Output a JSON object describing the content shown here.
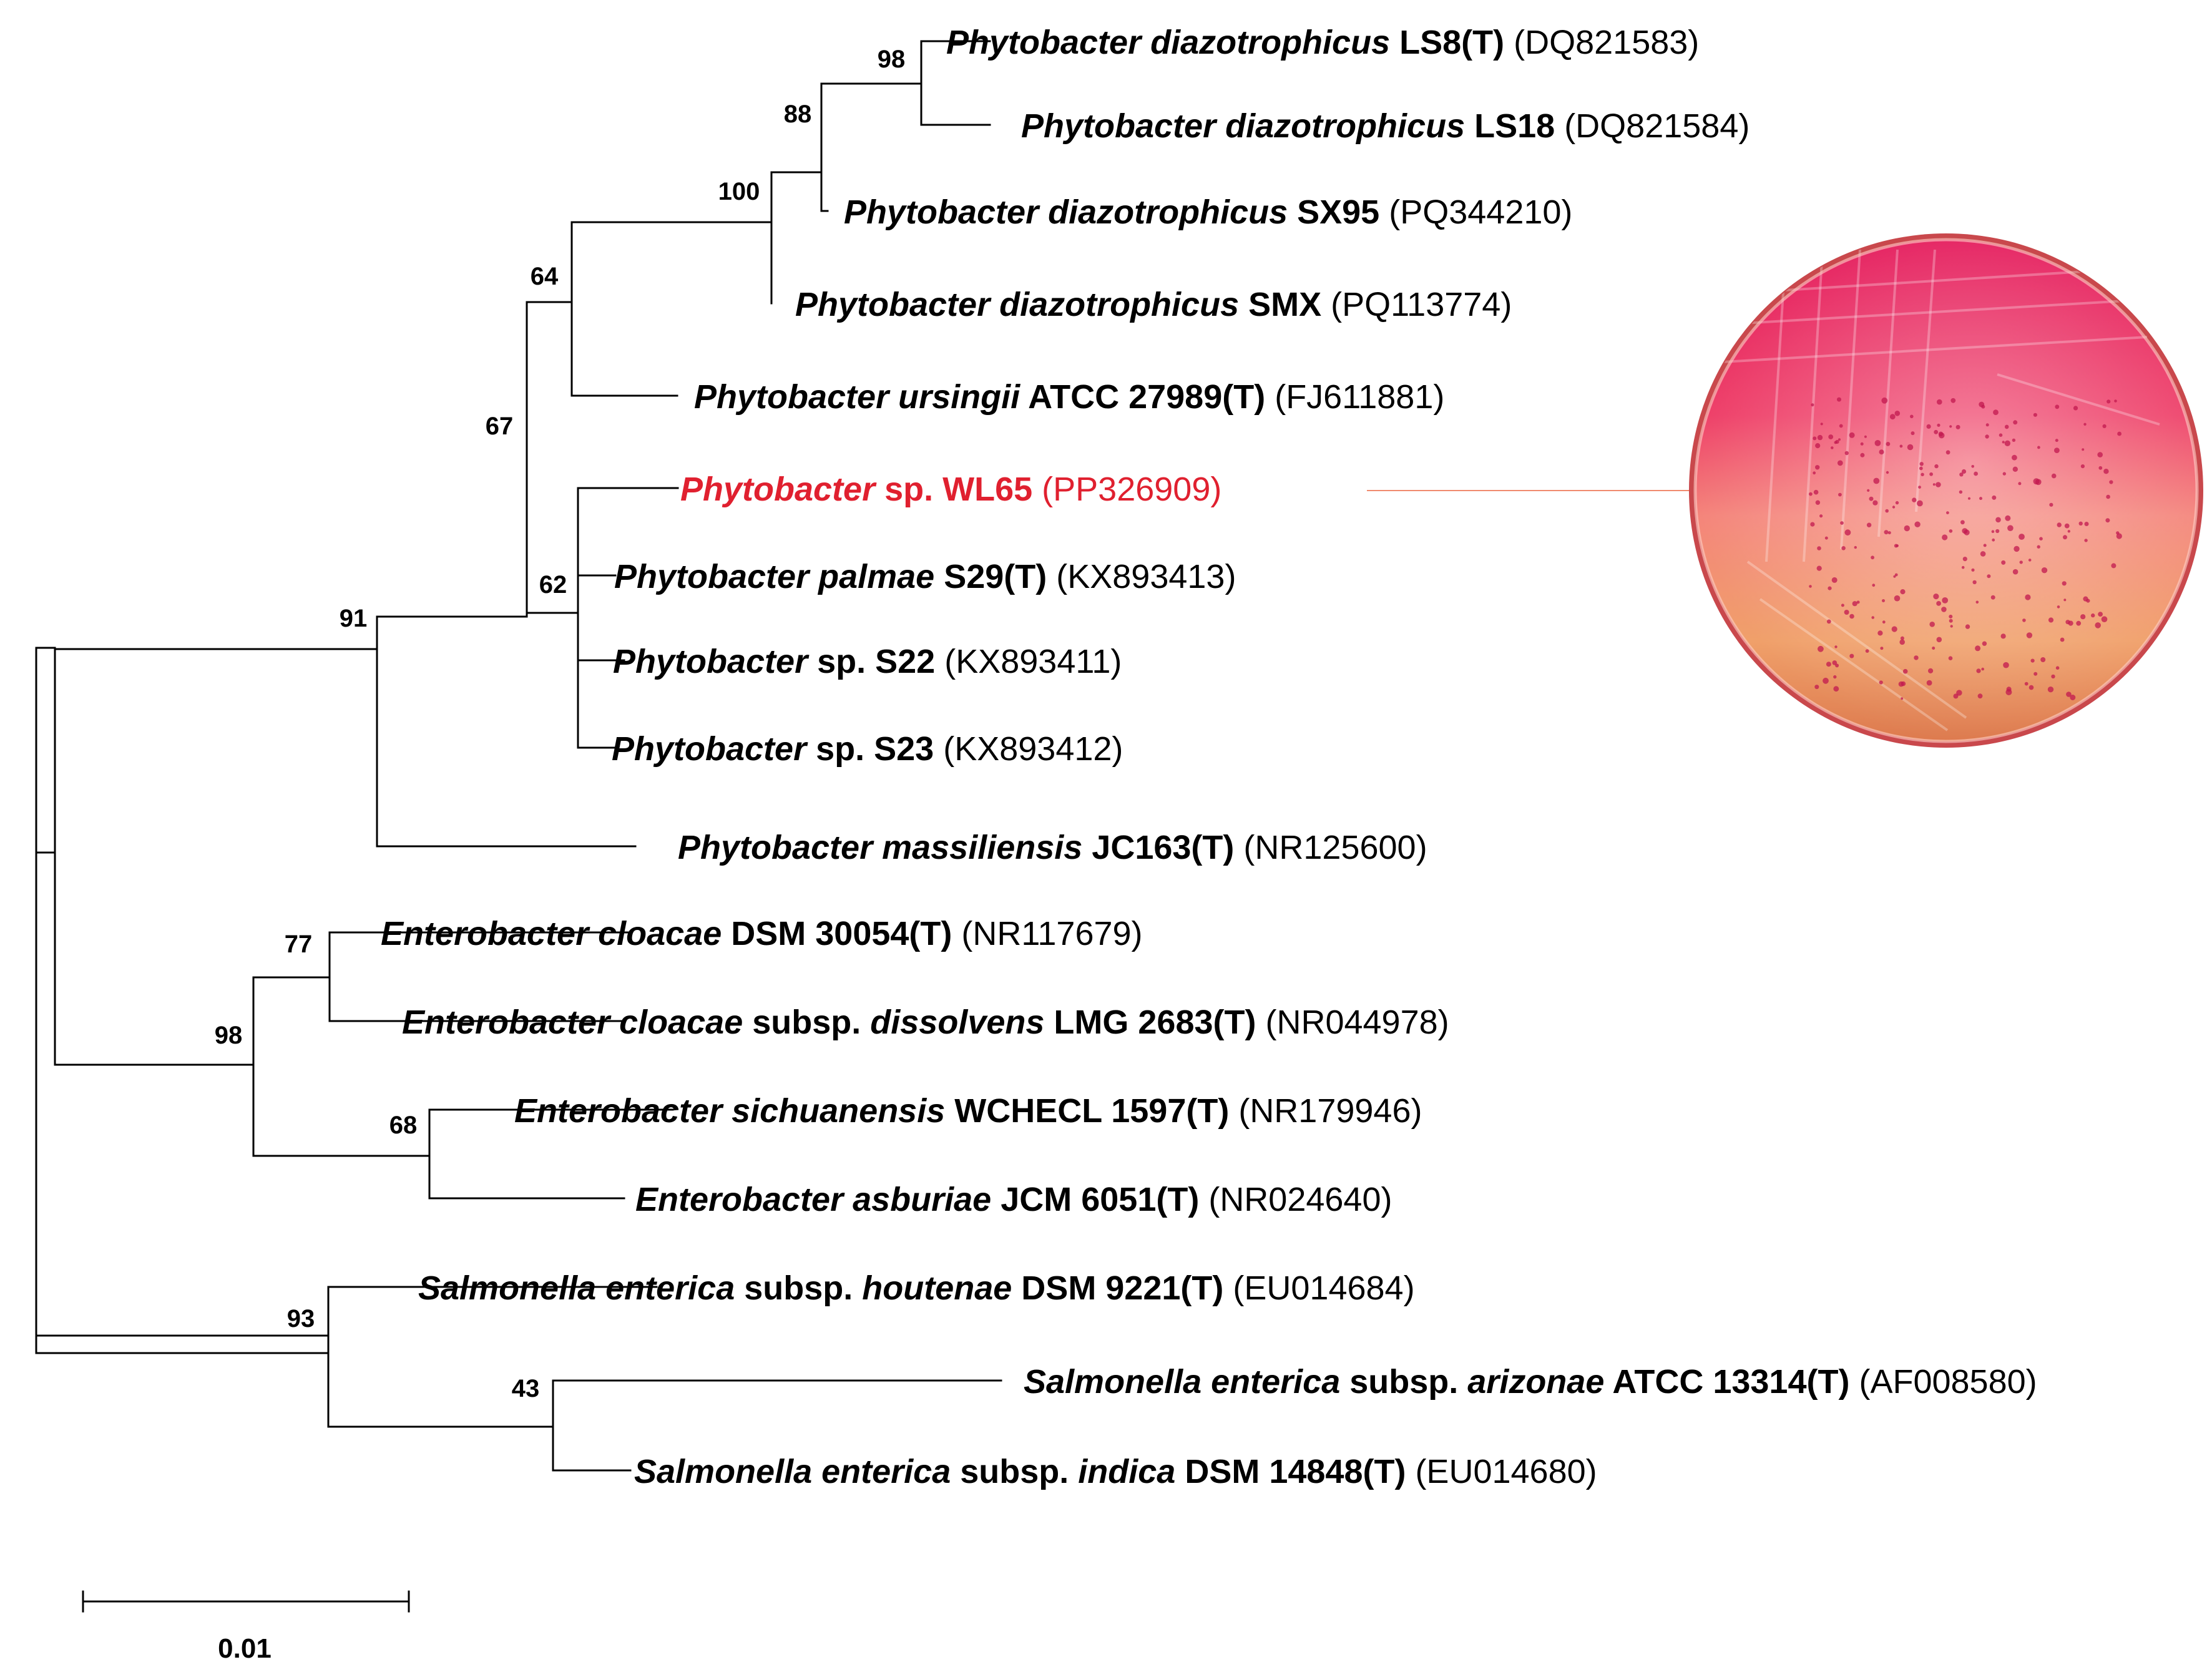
{
  "colors": {
    "highlight": "#e0202f",
    "branch": "#000000",
    "connector": "#f08a6e",
    "plate_top": "#e81a5a",
    "plate_bottom": "#f0a067"
  },
  "taxa": [
    {
      "id": "t0",
      "parts": [
        {
          "t": "Phytobacter diazotrophicus",
          "s": "bi"
        },
        {
          "t": " LS8(T)",
          "s": "b"
        },
        {
          "t": " (DQ821583)",
          "s": "n"
        }
      ]
    },
    {
      "id": "t1",
      "parts": [
        {
          "t": "Phytobacter diazotrophicus",
          "s": "bi"
        },
        {
          "t": " LS18",
          "s": "b"
        },
        {
          "t": " (DQ821584)",
          "s": "n"
        }
      ]
    },
    {
      "id": "t2",
      "parts": [
        {
          "t": "Phytobacter diazotrophicus",
          "s": "bi"
        },
        {
          "t": " SX95",
          "s": "b"
        },
        {
          "t": " (PQ344210)",
          "s": "n"
        }
      ]
    },
    {
      "id": "t3",
      "parts": [
        {
          "t": "Phytobacter diazotrophicus",
          "s": "bi"
        },
        {
          "t": " SMX",
          "s": "b"
        },
        {
          "t": " (PQ113774)",
          "s": "n"
        }
      ]
    },
    {
      "id": "t4",
      "parts": [
        {
          "t": "Phytobacter ursingii",
          "s": "bi"
        },
        {
          "t": " ATCC 27989(T)",
          "s": "b"
        },
        {
          "t": " (FJ611881)",
          "s": "n"
        }
      ]
    },
    {
      "id": "t5",
      "highlight": true,
      "parts": [
        {
          "t": "Phytobacter",
          "s": "bi"
        },
        {
          "t": " sp. WL65",
          "s": "b"
        },
        {
          "t": " (PP326909)",
          "s": "n"
        }
      ]
    },
    {
      "id": "t6",
      "parts": [
        {
          "t": "Phytobacter palmae",
          "s": "bi"
        },
        {
          "t": " S29(T)",
          "s": "b"
        },
        {
          "t": " (KX893413)",
          "s": "n"
        }
      ]
    },
    {
      "id": "t7",
      "parts": [
        {
          "t": "Phytobacter",
          "s": "bi"
        },
        {
          "t": " sp. S22",
          "s": "b"
        },
        {
          "t": " (KX893411)",
          "s": "n"
        }
      ]
    },
    {
      "id": "t8",
      "parts": [
        {
          "t": "Phytobacter",
          "s": "bi"
        },
        {
          "t": " sp. S23",
          "s": "b"
        },
        {
          "t": " (KX893412)",
          "s": "n"
        }
      ]
    },
    {
      "id": "t9",
      "parts": [
        {
          "t": "Phytobacter massiliensis",
          "s": "bi"
        },
        {
          "t": " JC163(T)",
          "s": "b"
        },
        {
          "t": " (NR125600)",
          "s": "n"
        }
      ]
    },
    {
      "id": "t10",
      "parts": [
        {
          "t": "Enterobacter cloacae",
          "s": "bi"
        },
        {
          "t": " DSM 30054(T)",
          "s": "b"
        },
        {
          "t": " (NR117679)",
          "s": "n"
        }
      ]
    },
    {
      "id": "t11",
      "parts": [
        {
          "t": "Enterobacter cloacae",
          "s": "bi"
        },
        {
          "t": " subsp. ",
          "s": "b"
        },
        {
          "t": "dissolvens",
          "s": "bi"
        },
        {
          "t": " LMG 2683(T)",
          "s": "b"
        },
        {
          "t": " (NR044978)",
          "s": "n"
        }
      ]
    },
    {
      "id": "t12",
      "parts": [
        {
          "t": "Enterobacter sichuanensis",
          "s": "bi"
        },
        {
          "t": " WCHECL 1597(T)",
          "s": "b"
        },
        {
          "t": " (NR179946)",
          "s": "n"
        }
      ]
    },
    {
      "id": "t13",
      "parts": [
        {
          "t": "Enterobacter asburiae",
          "s": "bi"
        },
        {
          "t": " JCM 6051(T)",
          "s": "b"
        },
        {
          "t": " (NR024640)",
          "s": "n"
        }
      ]
    },
    {
      "id": "t14",
      "parts": [
        {
          "t": "Salmonella enterica",
          "s": "bi"
        },
        {
          "t": " subsp. ",
          "s": "b"
        },
        {
          "t": "houtenae",
          "s": "bi"
        },
        {
          "t": " DSM 9221(T)",
          "s": "b"
        },
        {
          "t": " (EU014684)",
          "s": "n"
        }
      ]
    },
    {
      "id": "t15",
      "parts": [
        {
          "t": "Salmonella enterica",
          "s": "bi"
        },
        {
          "t": " subsp. ",
          "s": "b"
        },
        {
          "t": "arizonae",
          "s": "bi"
        },
        {
          "t": " ATCC 13314(T)",
          "s": "b"
        },
        {
          "t": " (AF008580)",
          "s": "n"
        }
      ]
    },
    {
      "id": "t16",
      "parts": [
        {
          "t": "Salmonella enterica",
          "s": "bi"
        },
        {
          "t": " subsp. ",
          "s": "b"
        },
        {
          "t": "indica",
          "s": "bi"
        },
        {
          "t": " DSM 14848(T)",
          "s": "b"
        },
        {
          "t": " (EU014680)",
          "s": "n"
        }
      ]
    }
  ],
  "support_values": [
    {
      "node": "n98a",
      "value": "98"
    },
    {
      "node": "n88",
      "value": "88"
    },
    {
      "node": "n100",
      "value": "100"
    },
    {
      "node": "n64",
      "value": "64"
    },
    {
      "node": "n67",
      "value": "67"
    },
    {
      "node": "n62",
      "value": "62"
    },
    {
      "node": "n91",
      "value": "91"
    },
    {
      "node": "n77",
      "value": "77"
    },
    {
      "node": "n98b",
      "value": "98"
    },
    {
      "node": "n68",
      "value": "68"
    },
    {
      "node": "n93",
      "value": "93"
    },
    {
      "node": "n43",
      "value": "43"
    }
  ],
  "scale_bar": {
    "label": "0.01"
  }
}
